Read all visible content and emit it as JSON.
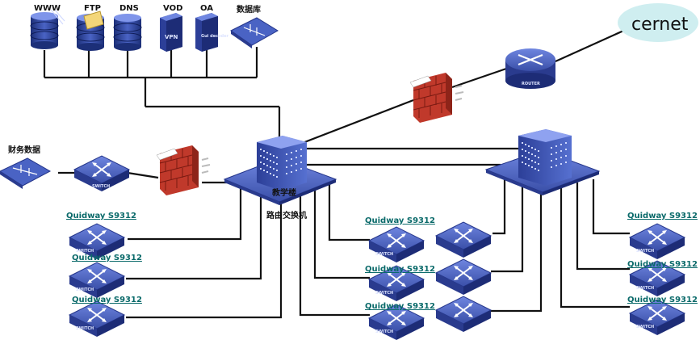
{
  "servers": [
    {
      "label": "WWW"
    },
    {
      "label": "FTP"
    },
    {
      "label": "DNS"
    },
    {
      "label": "VOD",
      "badge": "VPN"
    },
    {
      "label": "OA",
      "badge": "Gui decoder"
    },
    {
      "label": "数据库"
    }
  ],
  "cloud": {
    "label": "cernet"
  },
  "router": {
    "badge": "ROUTER"
  },
  "finance": {
    "label": "财务数据"
  },
  "core": {
    "label_line1": "教学楼",
    "label_line2": "路由交换机"
  },
  "switch_badge": "SWITCH",
  "left_switches": [
    "Quidway S9312",
    "Quidway S9312",
    "Quidway S9312"
  ],
  "mid_switches": [
    "Quidway S9312",
    "Quidway S9312",
    "Quidway S9312"
  ],
  "right_switches": [
    "Quidway S9312",
    "Quidway S9312",
    "Quidway S9312"
  ],
  "colors": {
    "switch_blue": "#3a4fa8",
    "firewall_red": "#c0392b",
    "cloud": "#cfeef0",
    "line": "#111111"
  }
}
